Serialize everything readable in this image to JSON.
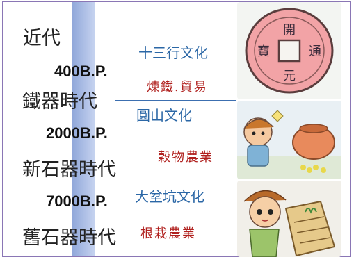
{
  "timeline": {
    "modern_label": "近代",
    "eras": [
      {
        "date": "400B.P.",
        "era": "鐵器時代",
        "culture": "十三行文化",
        "economy": "煉鐵.貿易",
        "image": "ancient-coin-icon",
        "coin_chars": [
          "開",
          "通",
          "元",
          "寶"
        ]
      },
      {
        "date": "2000B.P.",
        "era": "新石器時代",
        "culture": "圓山文化",
        "economy": "穀物農業",
        "image": "grain-farming-illustration"
      },
      {
        "date": "7000B.P.",
        "era": "舊石器時代",
        "culture": "大坌坑文化",
        "economy": "根栽農業",
        "image": "root-crop-illustration"
      }
    ]
  },
  "colors": {
    "frame_border": "#8a76b5",
    "time_bar": "#a9bce6",
    "culture_text": "#2b67a6",
    "economy_text": "#b0201e",
    "rule": "#3c6fb0"
  }
}
